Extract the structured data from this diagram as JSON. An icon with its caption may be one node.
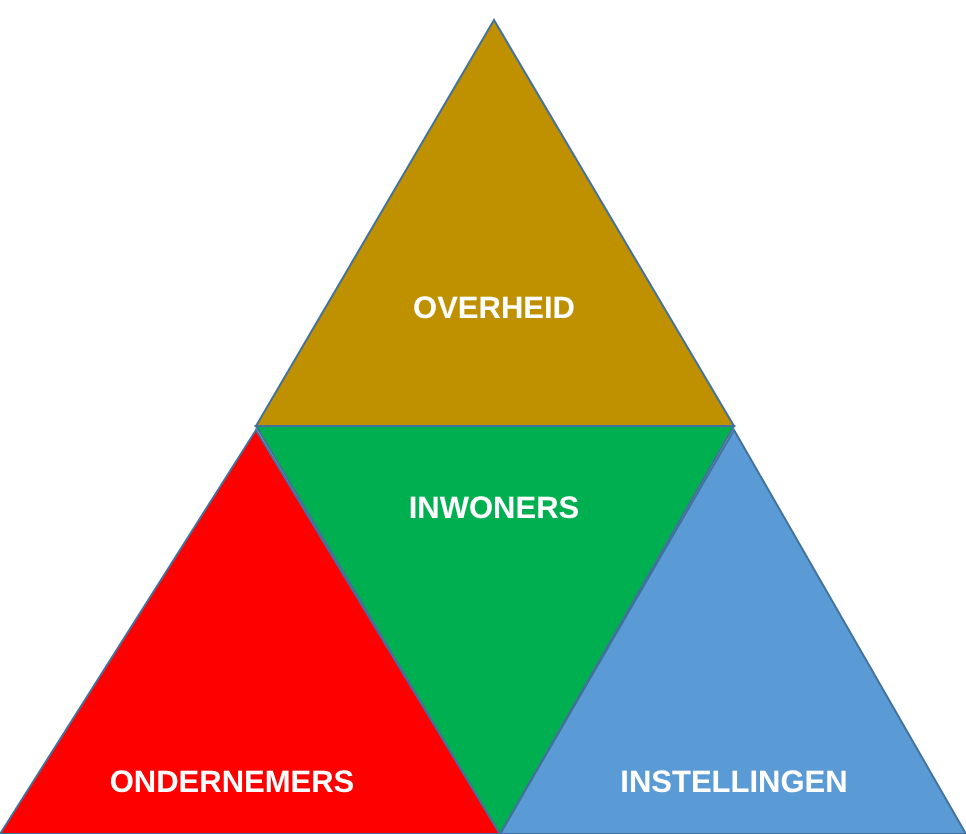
{
  "diagram": {
    "nodes": [
      {
        "text": [
          "OVERHEID"
        ]
      },
      {
        "text": [
          "ONDERNEMERS"
        ]
      },
      {
        "text": [
          "INSTELLINGEN"
        ]
      },
      {
        "text": [
          "INWONERS"
        ]
      }
    ]
  }
}
